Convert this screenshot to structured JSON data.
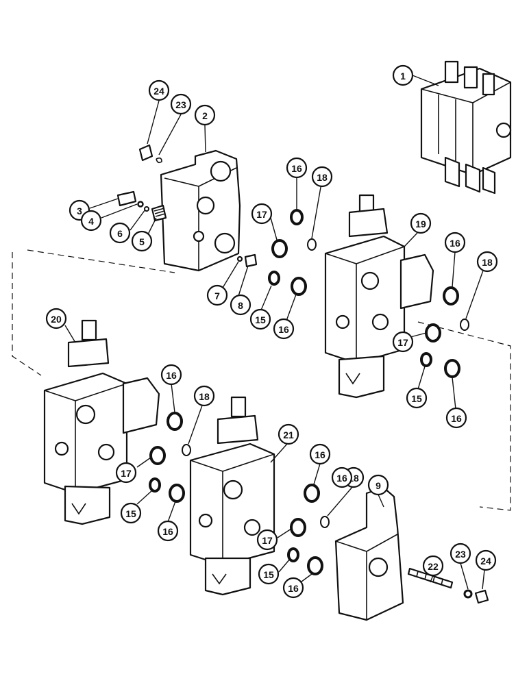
{
  "diagram": {
    "callouts": [
      {
        "id": "c1",
        "label": "1"
      },
      {
        "id": "c24a",
        "label": "24"
      },
      {
        "id": "c23a",
        "label": "23"
      },
      {
        "id": "c2",
        "label": "2"
      },
      {
        "id": "c3",
        "label": "3"
      },
      {
        "id": "c4",
        "label": "4"
      },
      {
        "id": "c6",
        "label": "6"
      },
      {
        "id": "c5",
        "label": "5"
      },
      {
        "id": "c16a",
        "label": "16"
      },
      {
        "id": "c18a",
        "label": "18"
      },
      {
        "id": "c17a",
        "label": "17"
      },
      {
        "id": "c19",
        "label": "19"
      },
      {
        "id": "c16b",
        "label": "16"
      },
      {
        "id": "c18b",
        "label": "18"
      },
      {
        "id": "c7",
        "label": "7"
      },
      {
        "id": "c8",
        "label": "8"
      },
      {
        "id": "c15a",
        "label": "15"
      },
      {
        "id": "c16c",
        "label": "16"
      },
      {
        "id": "c20",
        "label": "20"
      },
      {
        "id": "c17b",
        "label": "17"
      },
      {
        "id": "c15b",
        "label": "15"
      },
      {
        "id": "c16d",
        "label": "16"
      },
      {
        "id": "c16e",
        "label": "16"
      },
      {
        "id": "c18c",
        "label": "18"
      },
      {
        "id": "c17c",
        "label": "17"
      },
      {
        "id": "c15c",
        "label": "15"
      },
      {
        "id": "c16f",
        "label": "16"
      },
      {
        "id": "c21",
        "label": "21"
      },
      {
        "id": "c16g",
        "label": "16"
      },
      {
        "id": "c18d",
        "label": "18"
      },
      {
        "id": "c9",
        "label": "9"
      },
      {
        "id": "c16h",
        "label": "16"
      },
      {
        "id": "c17d",
        "label": "17"
      },
      {
        "id": "c15d",
        "label": "15"
      },
      {
        "id": "c16i",
        "label": "16"
      },
      {
        "id": "c22",
        "label": "22"
      },
      {
        "id": "c23b",
        "label": "23"
      },
      {
        "id": "c24b",
        "label": "24"
      }
    ]
  }
}
